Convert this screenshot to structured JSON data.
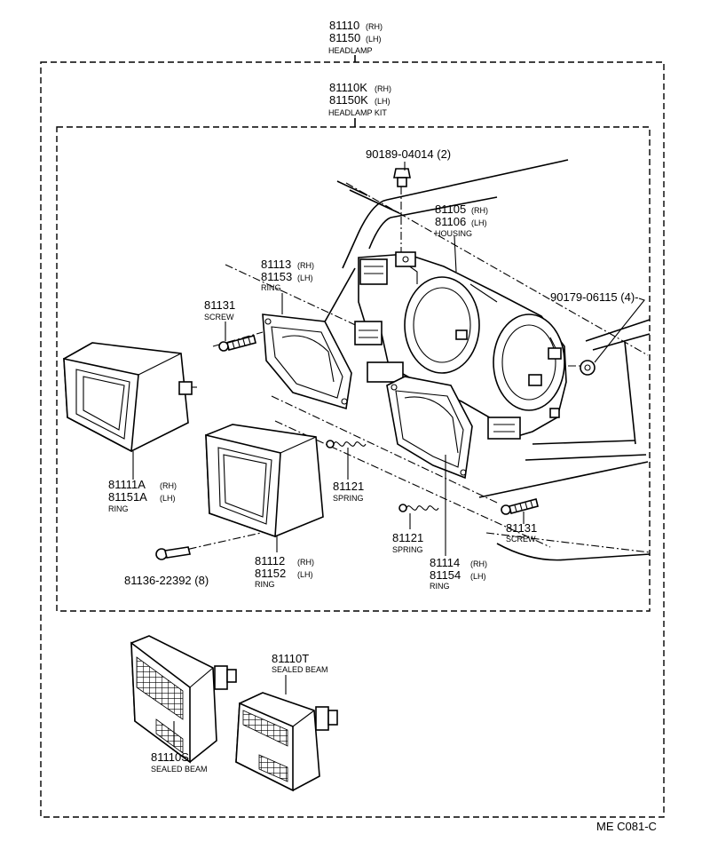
{
  "headlamp": {
    "num_rh": "81110",
    "rh": "(RH)",
    "num_lh": "81150",
    "lh": "(LH)",
    "name": "HEADLAMP"
  },
  "headlamp_kit": {
    "num_rh": "81110K",
    "rh": "(RH)",
    "num_lh": "81150K",
    "lh": "(LH)",
    "name": "HEADLAMP KIT"
  },
  "screw_top": {
    "part": "90189-04014 (2)"
  },
  "housing": {
    "num_rh": "81105",
    "rh": "(RH)",
    "num_lh": "81106",
    "lh": "(LH)",
    "name": "HOUSING"
  },
  "nut": {
    "part": "90179-06115 (4)-"
  },
  "ring_upper": {
    "num_rh": "81113",
    "rh": "(RH)",
    "num_lh": "81153",
    "lh": "(LH)",
    "name": "RING"
  },
  "screw_left": {
    "num": "81131",
    "name": "SCREW"
  },
  "ring_outer": {
    "num_rh": "81111A",
    "rh": "(RH)",
    "num_lh": "81151A",
    "lh": "(LH)",
    "name": "RING"
  },
  "spring_upper": {
    "num": "81121",
    "name": "SPRING"
  },
  "ring_mid": {
    "num_rh": "81112",
    "rh": "(RH)",
    "num_lh": "81152",
    "lh": "(LH)",
    "name": "RING"
  },
  "screw_bottom": {
    "part": "81136-22392 (8)"
  },
  "spring_lower": {
    "num": "81121",
    "name": "SPRING"
  },
  "ring_right": {
    "num_rh": "81114",
    "rh": "(RH)",
    "num_lh": "81154",
    "lh": "(LH)",
    "name": "RING"
  },
  "screw_right": {
    "num": "81131",
    "name": "SCREW"
  },
  "beam_s": {
    "num": "81110S",
    "name": "SEALED BEAM"
  },
  "beam_t": {
    "num": "81110T",
    "name": "SEALED BEAM"
  },
  "footer": {
    "code": "ME C081-C"
  }
}
